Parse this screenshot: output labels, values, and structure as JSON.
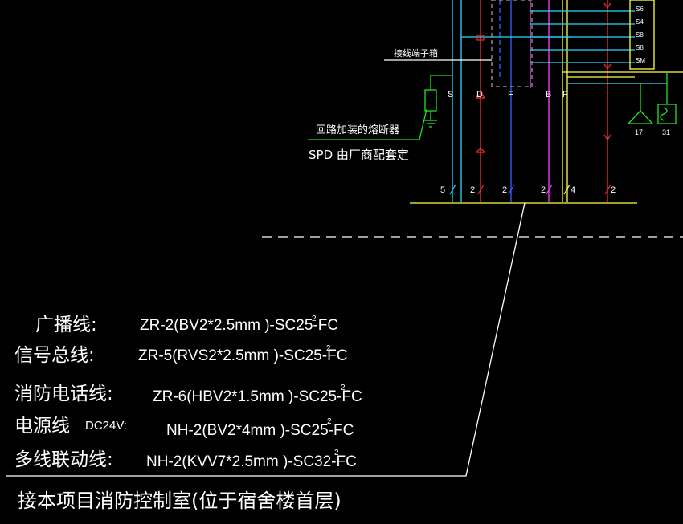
{
  "colors": {
    "background": "#000000",
    "white": "#ffffff",
    "cyan": "#2ad6ff",
    "red": "#ff2a2a",
    "blue": "#3a5cff",
    "magenta": "#ff40ff",
    "yellow": "#ffff44",
    "green": "#22e022",
    "gray": "#9a9a9a"
  },
  "labels": {
    "terminal_box": "接线端子箱",
    "fuse_note": "回路加装的熔断器",
    "spd_note": "SPD 由厂商配套定",
    "destination": "接本项目消防控制室(位于宿舍楼首层)"
  },
  "line_codes": [
    "S",
    "D",
    "F",
    "B",
    "F"
  ],
  "module_tags": [
    "S6",
    "S4",
    "S8",
    "S8",
    "SM"
  ],
  "cable_counts": [
    "5",
    "2",
    "2",
    "2",
    "4",
    "2"
  ],
  "device_numbers": [
    "17",
    "31"
  ],
  "legend": [
    {
      "name": "广播线:",
      "spec": "ZR-2(BV2*2.5mm )-SC25-FC"
    },
    {
      "name": "信号总线:",
      "spec": "ZR-5(RVS2*2.5mm )-SC25-FC"
    },
    {
      "name": "消防电话线:",
      "spec": "ZR-6(HBV2*1.5mm )-SC25-FC"
    },
    {
      "name": "电源线",
      "note": "DC24V:",
      "spec": "NH-2(BV2*4mm )-SC25-FC"
    },
    {
      "name": "多线联动线:",
      "spec": "NH-2(KVV7*2.5mm )-SC32-FC"
    }
  ],
  "superscript": "2"
}
